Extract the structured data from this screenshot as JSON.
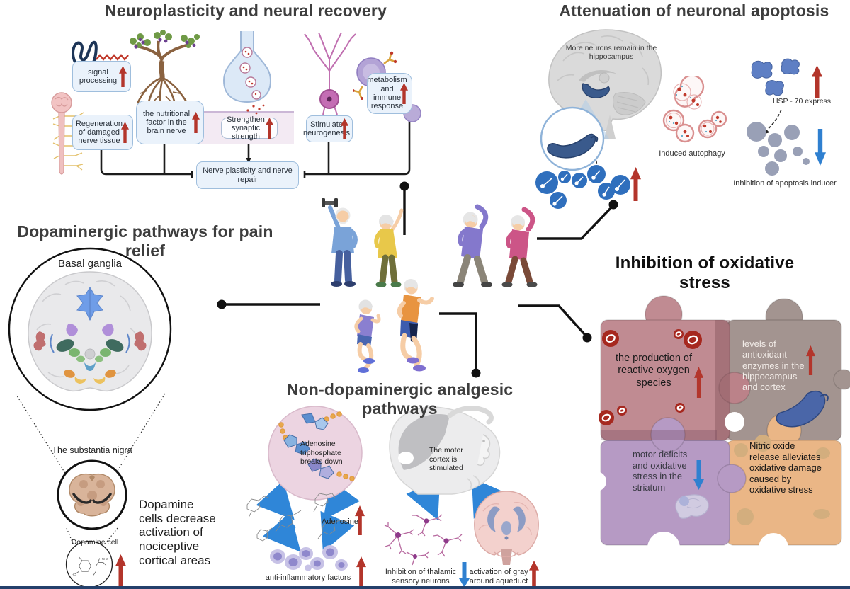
{
  "colors": {
    "up_arrow": "#b3352b",
    "down_arrow": "#2f80d0",
    "box_fill": "#eaf2fb",
    "box_border": "#9fbedd",
    "title_gray": "#3d3d3d",
    "bottom_border": "#24406b"
  },
  "neuroplasticity": {
    "title": "Neuroplasticity and neural recovery",
    "box_signal": "signal processing",
    "box_regeneration": "Regeneration of damaged nerve tissue",
    "box_nutritional": "the nutritional factor in the brain nerve",
    "box_synaptic": "Strengthen synaptic strength",
    "box_neurogenesis": "Stimulate neurogenesis",
    "box_metabolism": "metabolism and immune response",
    "box_summary": "Nerve plasticity and nerve repair"
  },
  "apoptosis": {
    "title": "Attenuation of neuronal apoptosis",
    "hippocampus_note": "More neurons remain in the hippocampus",
    "autophagy_label": "Induced autophagy",
    "hsp_label": "HSP - 70 express",
    "apoptosis_inhibition_label": "Inhibition of apoptosis inducer"
  },
  "dopaminergic": {
    "title": "Dopaminergic pathways for pain relief",
    "basal_ganglia_label": "Basal ganglia",
    "substantia_nigra_label": "The substantia nigra",
    "dopamine_cell_label": "Dopamine cell",
    "caption": "Dopamine cells decrease activation of nociceptive cortical areas"
  },
  "non_dopaminergic": {
    "title": "Non-dopaminergic analgesic pathways",
    "atp_label": "Adenosine triphosphate breaks down",
    "adenosine_label": "Adenosine",
    "anti_inflammatory_label": "anti-inflammatory factors",
    "motor_cortex_label": "The motor cortex is stimulated",
    "thalamic_label": "Inhibition of thalamic sensory neurons",
    "aqueduct_label": "activation of gray around aqueduct"
  },
  "oxidative": {
    "title": "Inhibition of oxidative stress",
    "piece_ros": "the production of reactive oxygen species",
    "piece_antioxidant": "levels of antioxidant enzymes in the hippocampus and cortex",
    "piece_motor": "motor deficits and oxidative stress in the striatum",
    "piece_nitric": "Nitric oxide release alleviates oxidative damage caused by oxidative stress"
  }
}
